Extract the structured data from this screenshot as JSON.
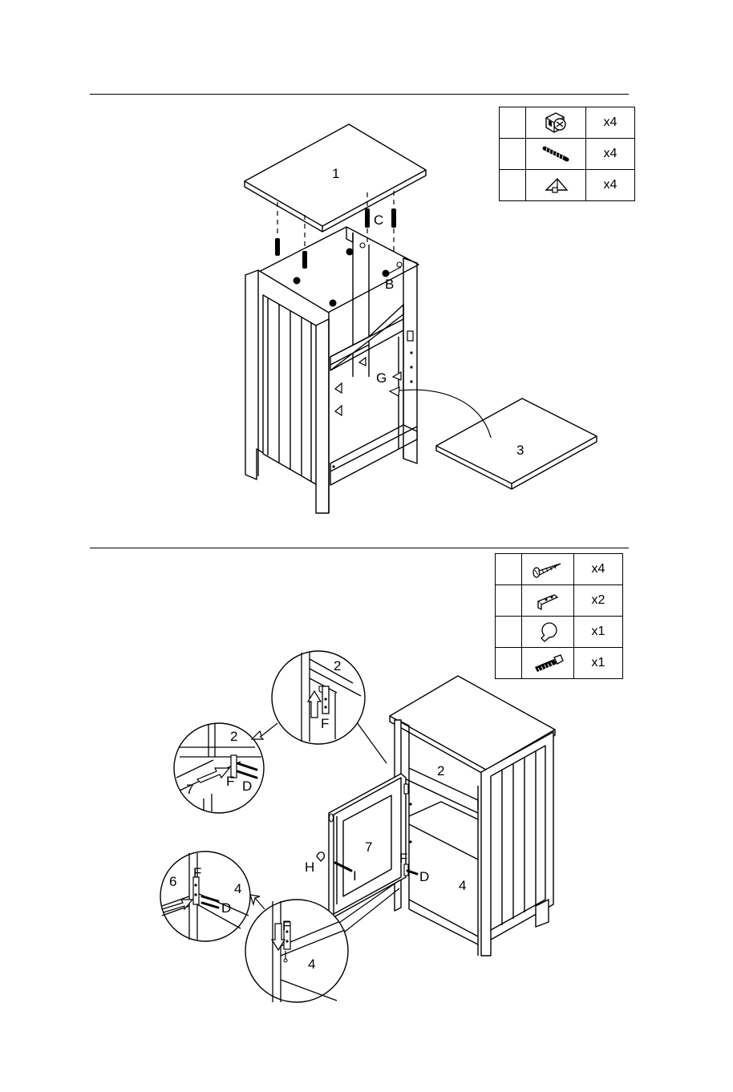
{
  "step_a": {
    "parts": [
      {
        "icon": "cam-lock-icon",
        "qty": "x4"
      },
      {
        "icon": "wood-dowel-icon",
        "qty": "x4"
      },
      {
        "icon": "shelf-support-pin-icon",
        "qty": "x4"
      }
    ],
    "labels": {
      "top_panel": "1",
      "bottom_panel": "3",
      "dowel": "C",
      "cam": "B",
      "shelf_pin": "G"
    }
  },
  "step_b": {
    "parts": [
      {
        "icon": "wood-screw-icon",
        "qty": "x4"
      },
      {
        "icon": "hinge-plate-icon",
        "qty": "x2"
      },
      {
        "icon": "knob-icon",
        "qty": "x1"
      },
      {
        "icon": "bolt-icon",
        "qty": "x1"
      }
    ],
    "labels": {
      "shelf_top": "2",
      "door": "7",
      "shelf_bottom": "4",
      "side_left": "6",
      "hinge": "F",
      "screw": "D",
      "knob": "H",
      "bolt": "I"
    }
  }
}
